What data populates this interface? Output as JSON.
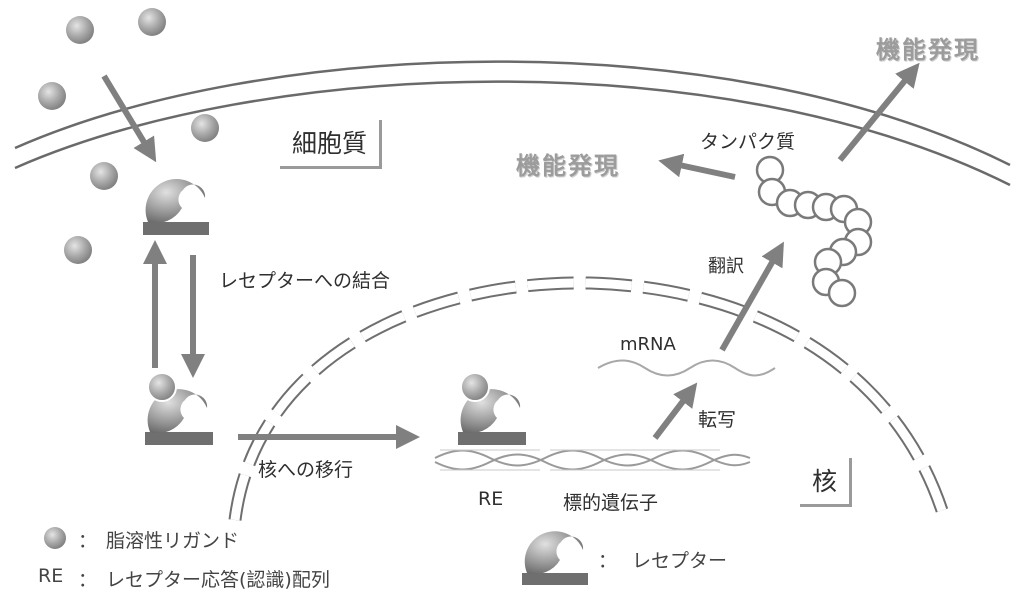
{
  "labels": {
    "cytoplasm": "細胞質",
    "nucleus": "核",
    "receptor_binding": "レセプターへの結合",
    "nuclear_translocation": "核への移行",
    "re": "RE",
    "target_gene": "標的遺伝子",
    "mrna": "mRNA",
    "transcription": "転写",
    "translation": "翻訳",
    "protein": "タンパク質",
    "function_expression_top": "機能発現",
    "function_expression_mid": "機能発現"
  },
  "legend": {
    "ligand_sep": "：",
    "ligand_text": "脂溶性リガンド",
    "re_key": "RE",
    "re_sep": "：",
    "re_text": "レセプター応答(認識)配列",
    "receptor_sep": "：",
    "receptor_text": "レセプター"
  },
  "colors": {
    "ligand": "#9a9a9a",
    "receptor": "#6f6f6f",
    "arrow": "#808080",
    "membrane": "#6a6a6a",
    "function_text": "#9c9c9c"
  }
}
